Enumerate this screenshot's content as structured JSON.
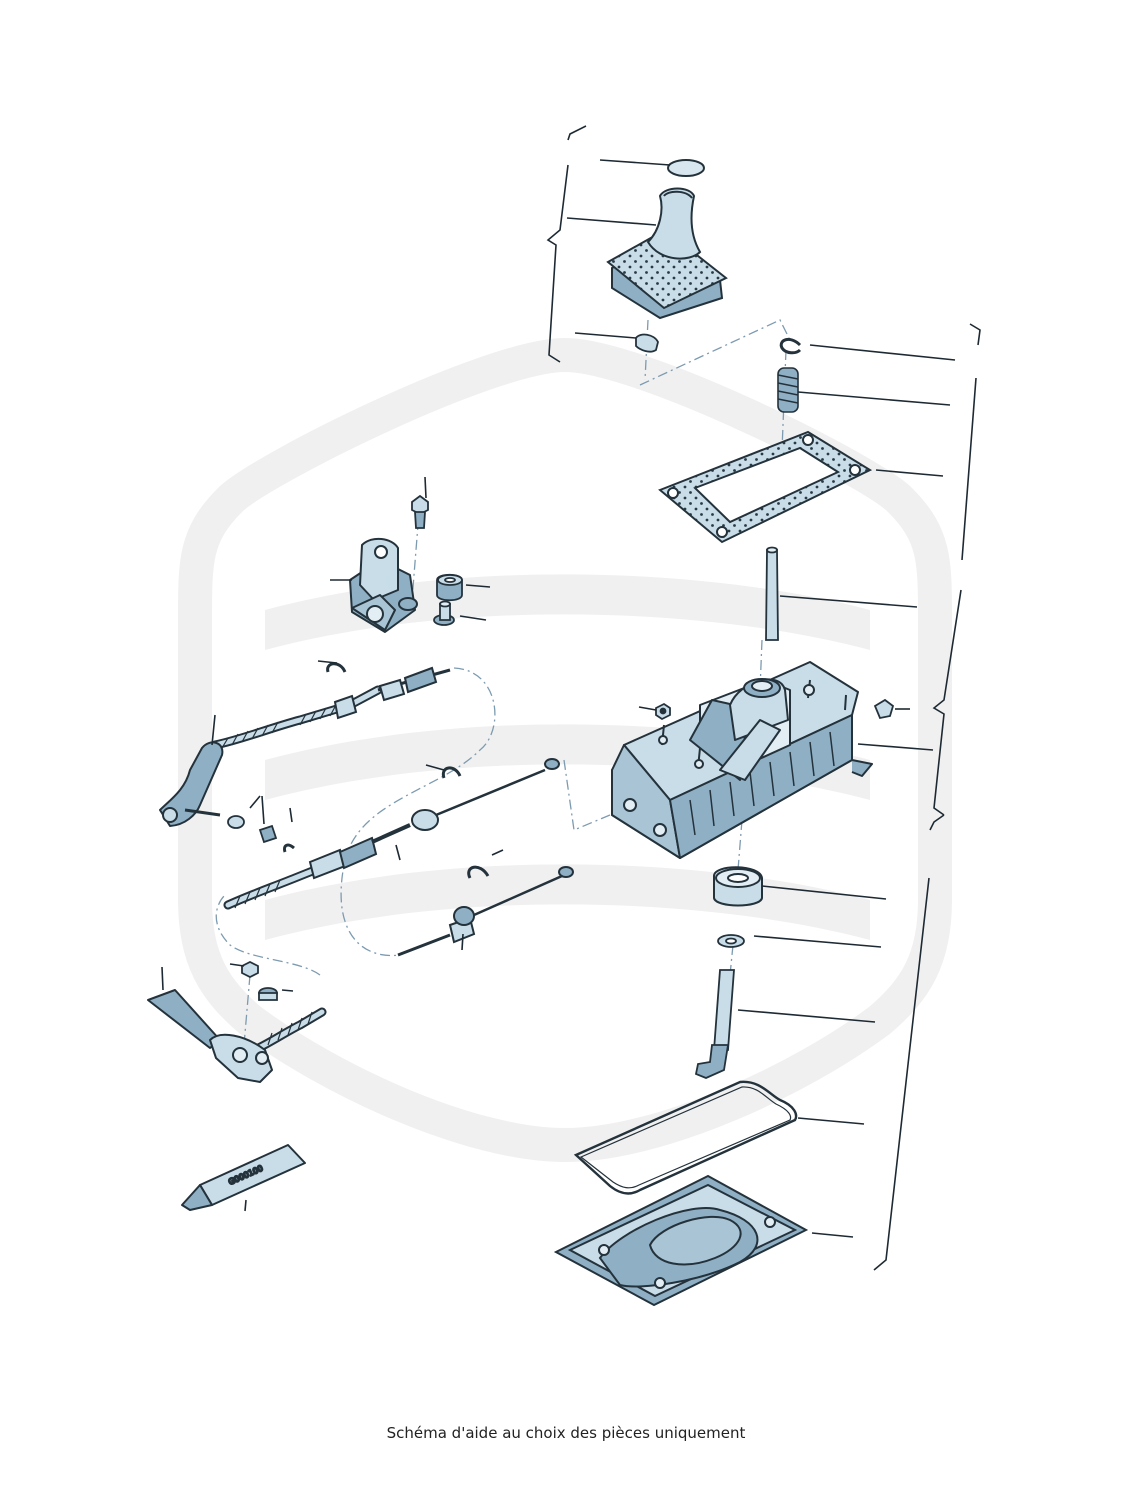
{
  "diagram": {
    "caption": "Schéma d'aide au choix des pièces uniquement",
    "watermark": "seat-logo",
    "tube_marking": "G000100",
    "colors": {
      "part_fill": "#c9dde8",
      "part_fill_dark": "#8fb0c4",
      "part_fill_light": "#e3eef4",
      "outline": "#24323c",
      "leader": "#1e2a33",
      "dash": "#7d9bb0",
      "watermark": "#f0f0f0"
    },
    "parts": [
      "cap",
      "shift-knob",
      "clip",
      "circlip",
      "spring",
      "gasket-plate",
      "shift-rod",
      "shift-housing",
      "nut",
      "clip-nut",
      "bush",
      "washer",
      "lower-rod",
      "seal",
      "bottom-plate",
      "bracket",
      "bolt",
      "rubber-mount",
      "sleeve",
      "selector-cable",
      "shift-cable",
      "lever",
      "retaining-clip",
      "bush-small",
      "grease-tube"
    ]
  }
}
